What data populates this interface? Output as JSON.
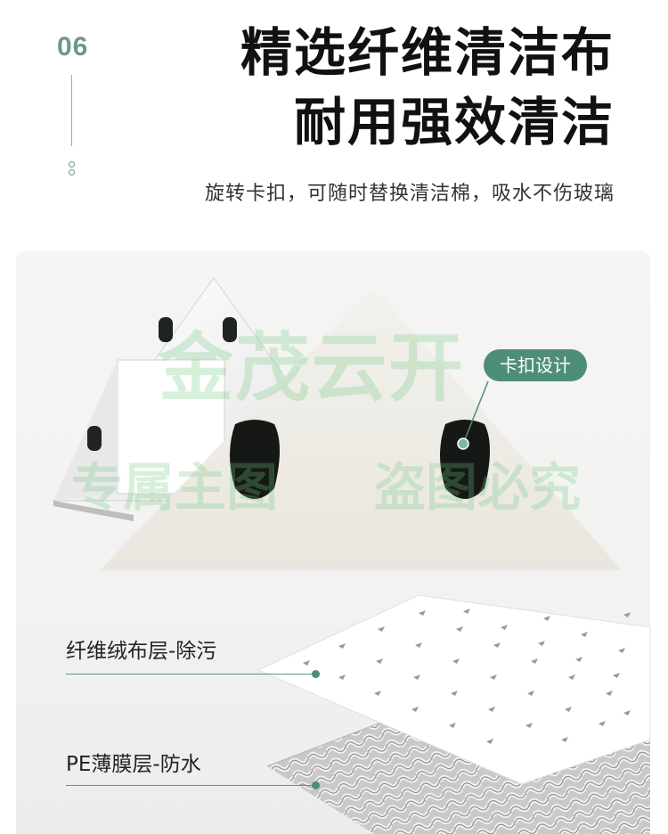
{
  "section": {
    "number": "06"
  },
  "headline": {
    "line1": "精选纤维清洁布",
    "line2": "耐用强效清洁"
  },
  "subtitle": "旋转卡扣，可随时替换清洁棉，吸水不伤玻璃",
  "product": {
    "callout_label": "卡扣设计"
  },
  "layers": [
    {
      "label": "纤维绒布层-除污"
    },
    {
      "label": "PE薄膜层-防水"
    }
  ],
  "watermark": {
    "brand": "金茂云开",
    "left": "专属主图",
    "right": "盗图必究"
  },
  "colors": {
    "accent": "#4e8e78",
    "section_number": "#6c9a84",
    "watermark": "#6ec882"
  }
}
